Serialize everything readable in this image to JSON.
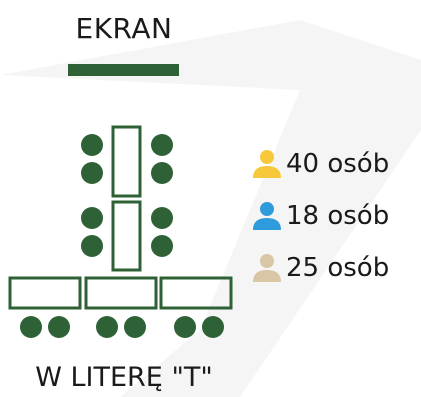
{
  "screen": {
    "label": "EKRAN"
  },
  "legend": [
    {
      "text": "40 osób",
      "color": "#f6c83a",
      "icon": "person-icon"
    },
    {
      "text": "18 osób",
      "color": "#2e9bdd",
      "icon": "person-icon"
    },
    {
      "text": "25 osób",
      "color": "#d8c6a4",
      "icon": "person-icon"
    }
  ],
  "layout": {
    "caption": "W LITERĘ \"T\""
  },
  "colors": {
    "accent_green": "#2f6136",
    "background_shape": "#f3f3f3"
  }
}
